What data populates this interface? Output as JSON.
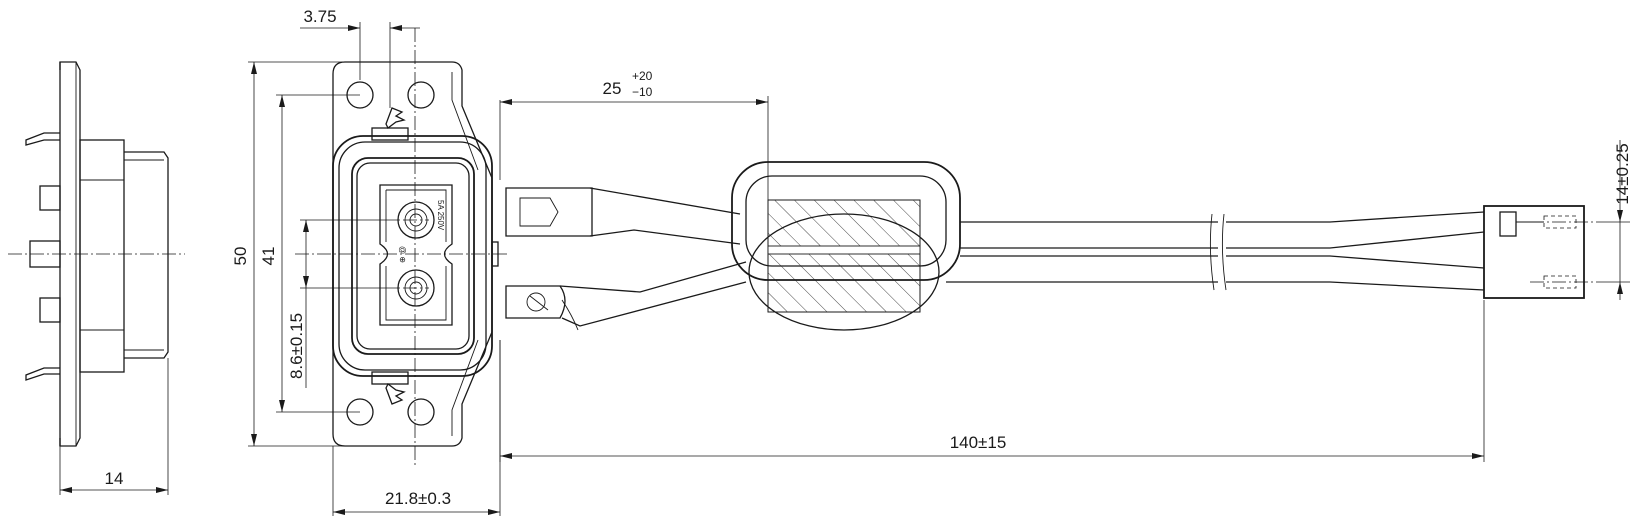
{
  "dimensions": {
    "side_depth": "14",
    "hole_offset": "3.75",
    "total_height": "50",
    "hole_pitch": "41",
    "pin_pitch": "8.6±0.15",
    "body_width": "21.8±0.3",
    "lead_length_base": "25",
    "lead_tol_plus": "+20",
    "lead_tol_minus": "−10",
    "cable_length": "140±15",
    "plug_pitch": "14±0.25"
  },
  "marking": {
    "rating": "5A 250V",
    "approval": "@ ⊕"
  }
}
